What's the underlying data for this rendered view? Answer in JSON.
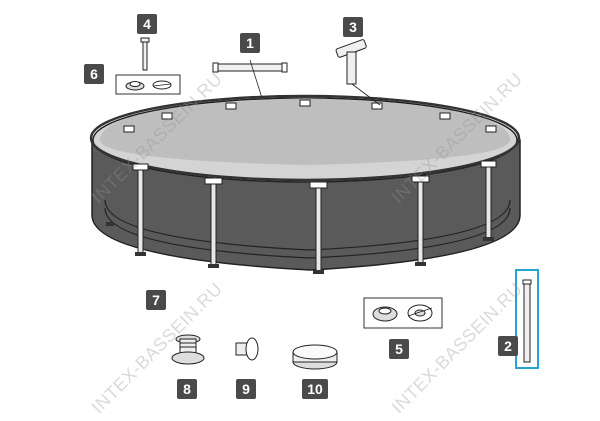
{
  "watermark_text": "INTEX-BASSEIN.RU",
  "accent_color": "#29a3d6",
  "badge_color": "#4a4a4a",
  "parts": [
    {
      "id": "1",
      "label": "1",
      "name": "horizontal-beam"
    },
    {
      "id": "2",
      "label": "2",
      "name": "vertical-leg"
    },
    {
      "id": "3",
      "label": "3",
      "name": "t-joint"
    },
    {
      "id": "4",
      "label": "4",
      "name": "joint-pin"
    },
    {
      "id": "5",
      "label": "5",
      "name": "leg-cap"
    },
    {
      "id": "6",
      "label": "6",
      "name": "seal-and-cap"
    },
    {
      "id": "7",
      "label": "7",
      "name": "pool-liner"
    },
    {
      "id": "8",
      "label": "8",
      "name": "strainer-connector"
    },
    {
      "id": "9",
      "label": "9",
      "name": "plug"
    },
    {
      "id": "10",
      "label": "10",
      "name": "drain-cap"
    }
  ]
}
